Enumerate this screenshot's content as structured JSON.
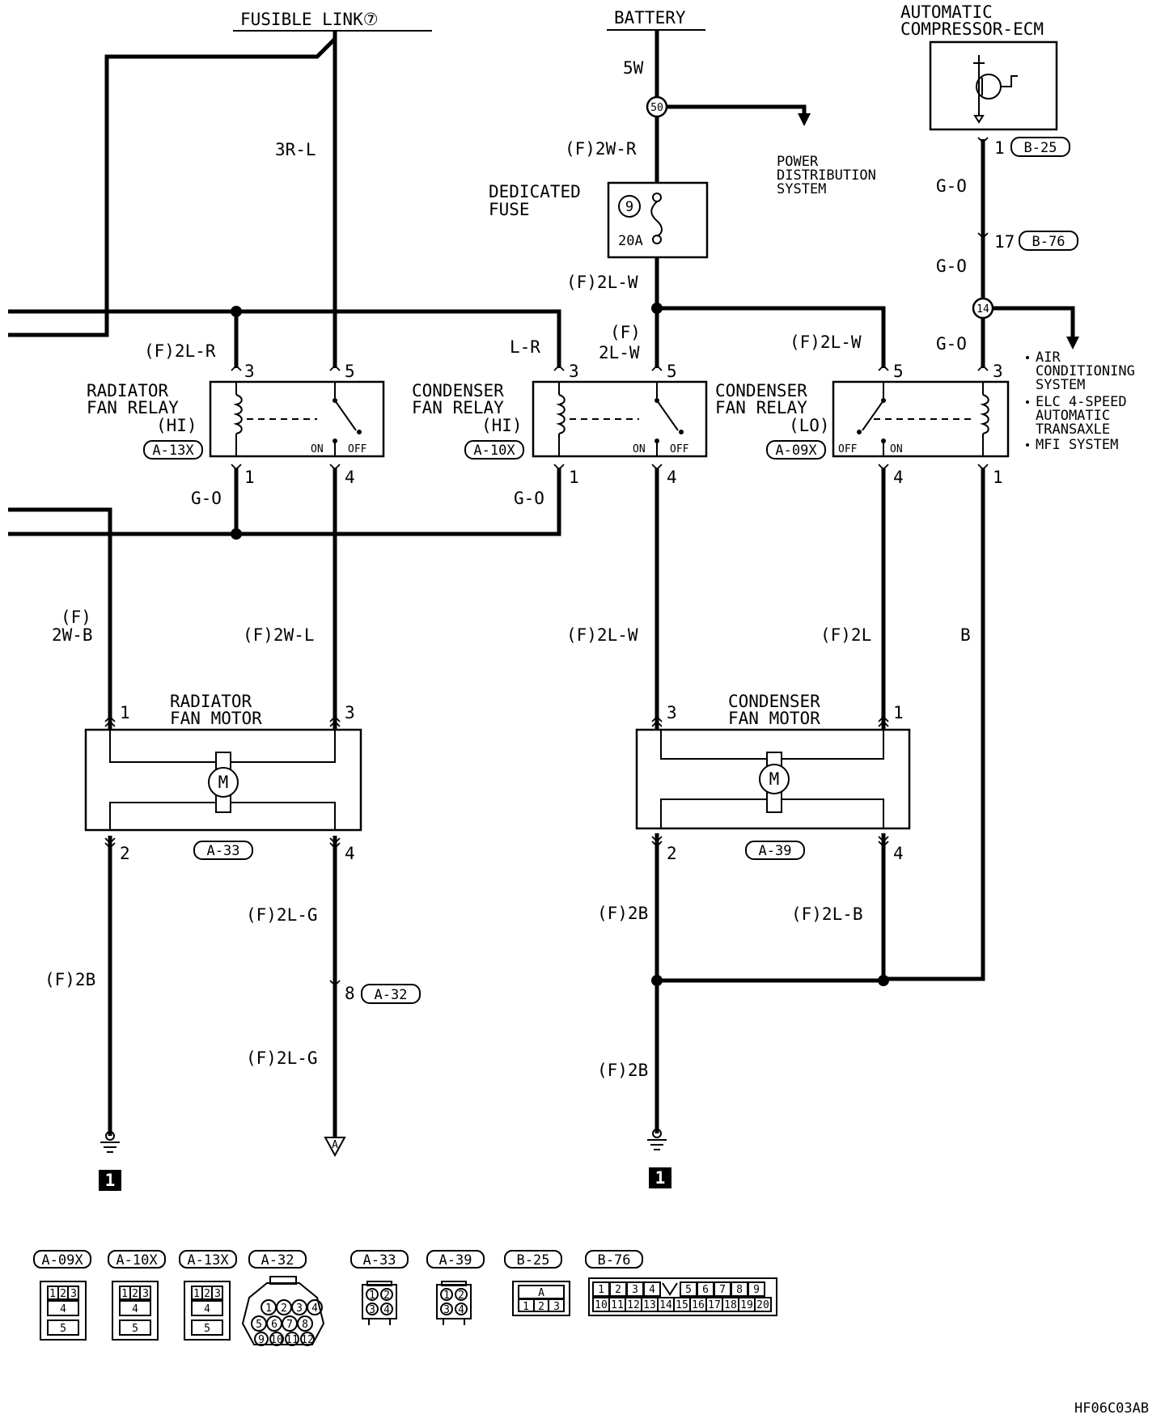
{
  "sources": {
    "fusible_link": "FUSIBLE LINK⑦",
    "battery": "BATTERY",
    "ecm_line1": "AUTOMATIC",
    "ecm_line2": "COMPRESSOR-ECM"
  },
  "wires": {
    "fusible_out": "3R-L",
    "battery_5w": "5W",
    "f_2w_r": "(F)2W-R",
    "f_2l_w_fuse": "(F)2L-W",
    "f_2l_r": "(F)2L-R",
    "l_r": "L-R",
    "f_2l_w_center_a": "(F)",
    "f_2l_w_center_b": "2L-W",
    "f_2l_w_right": "(F)2L-W",
    "g_o_ecm1": "G-O",
    "g_o_ecm2": "G-O",
    "g_o_ecm3": "G-O",
    "g_o_left": "G-O",
    "g_o_mid": "G-O",
    "f_2w_b_a": "(F)",
    "f_2w_b_b": "2W-B",
    "f_2w_l": "(F)2W-L",
    "f_2l_w_low": "(F)2L-W",
    "f_2l": "(F)2L",
    "b": "B",
    "f_2b_left": "(F)2B",
    "f_2l_g1": "(F)2L-G",
    "f_2l_g2": "(F)2L-G",
    "f_2b_mid": "(F)2B",
    "f_2l_b": "(F)2L-B",
    "f_2b_low": "(F)2B"
  },
  "junctions": {
    "j50": "50",
    "j14": "14",
    "fuse_no": "9"
  },
  "fuse": {
    "label1": "DEDICATED",
    "label2": "FUSE",
    "rating": "20A"
  },
  "power_distribution": [
    "POWER",
    "DISTRIBUTION",
    "SYSTEM"
  ],
  "systems": [
    "AIR",
    "CONDITIONING",
    "SYSTEM",
    "ELC 4-SPEED",
    "AUTOMATIC",
    "TRANSAXLE",
    "MFI SYSTEM"
  ],
  "relays": [
    {
      "l1": "RADIATOR",
      "l2": "FAN RELAY",
      "l3": "(HI)",
      "conn": "A-13X"
    },
    {
      "l1": "CONDENSER",
      "l2": "FAN RELAY",
      "l3": "(HI)",
      "conn": "A-10X"
    },
    {
      "l1": "CONDENSER",
      "l2": "FAN RELAY",
      "l3": "(LO)",
      "conn": "A-09X"
    }
  ],
  "switch": {
    "on": "ON",
    "off": "OFF"
  },
  "motors": [
    {
      "l1": "RADIATOR",
      "l2": "FAN MOTOR",
      "conn": "A-33",
      "symbol": "M"
    },
    {
      "l1": "CONDENSER",
      "l2": "FAN MOTOR",
      "conn": "A-39",
      "symbol": "M"
    }
  ],
  "pins": {
    "ecm_1": "1",
    "b76_17": "17",
    "r1_3": "3",
    "r1_5": "5",
    "r1_1": "1",
    "r1_4": "4",
    "r2_3": "3",
    "r2_5": "5",
    "r2_1": "1",
    "r2_4": "4",
    "r3_5": "5",
    "r3_3": "3",
    "r3_4": "4",
    "r3_1": "1",
    "m1_1": "1",
    "m1_3": "3",
    "m1_2": "2",
    "m1_4": "4",
    "m2_3": "3",
    "m2_1": "1",
    "m2_2": "2",
    "m2_4": "4",
    "a32_8": "8"
  },
  "connector_refs": {
    "ecm": "B-25",
    "mid": "B-76",
    "a32": "A-32"
  },
  "grounds": {
    "g1": "1",
    "g2": "1",
    "arrow_a": "A"
  },
  "legend": {
    "labels": [
      "A-09X",
      "A-10X",
      "A-13X",
      "A-32",
      "A-33",
      "A-39",
      "B-25",
      "B-76"
    ],
    "relay_pins": [
      "1",
      "2",
      "3",
      "4",
      "5"
    ],
    "a32_pins": [
      "1",
      "2",
      "3",
      "4",
      "5",
      "6",
      "7",
      "8",
      "9",
      "10",
      "11",
      "12"
    ],
    "motor_pins": [
      "1",
      "2",
      "3",
      "4"
    ],
    "b25_top": "A",
    "b25_pins": [
      "1",
      "2",
      "3"
    ],
    "b76_top": [
      "1",
      "2",
      "3",
      "4",
      "5",
      "6",
      "7",
      "8",
      "9"
    ],
    "b76_bottom": [
      "10",
      "11",
      "12",
      "13",
      "14",
      "15",
      "16",
      "17",
      "18",
      "19",
      "20"
    ]
  },
  "footer_code": "HF06C03AB"
}
